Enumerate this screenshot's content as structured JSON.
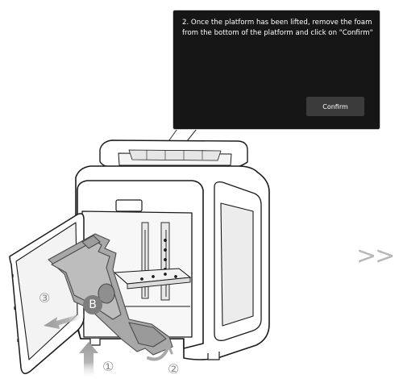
{
  "popup": {
    "instruction_text": "2. Once the platform has been lifted, remove the foam from the bottom of the platform and click on \"Confirm\"",
    "confirm_label": "Confirm"
  },
  "steps": {
    "step_1": "①",
    "step_2": "②",
    "step_3": "③"
  },
  "foam_label": "B",
  "next_indicator": ">>",
  "colors": {
    "popup_background": "#161616",
    "confirm_button": "#3b3b3b",
    "foam_gray": "#9e9e9e",
    "arrow_gray": "#a8a8a8",
    "outline": "#1a1a1a"
  }
}
